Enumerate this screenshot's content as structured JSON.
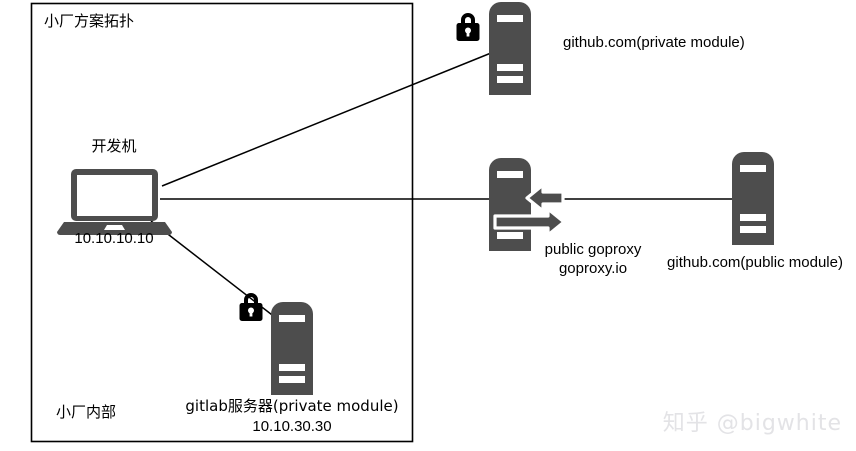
{
  "diagram": {
    "title": "小厂方案拓扑",
    "zone_label": "小厂内部",
    "watermark": "知乎 @bigwhite",
    "colors": {
      "server_fill": "#4d4d4d",
      "server_bar": "#ffffff",
      "lock_fill": "#000000",
      "line": "#000000",
      "boundary": "#000000",
      "watermark": "#e3e3e6",
      "background": "#ffffff"
    },
    "nodes": [
      {
        "id": "dev-machine",
        "icon": "laptop-icon",
        "label": "开发机",
        "sublabel": "10.10.10.10",
        "inside_boundary": true
      },
      {
        "id": "github-private",
        "icon": "server-icon",
        "badge": "lock-icon",
        "label": "github.com(private module)",
        "sublabel": "",
        "inside_boundary": false
      },
      {
        "id": "gitlab-server",
        "icon": "server-icon",
        "badge": "lock-icon",
        "label": "gitlab服务器(private module)",
        "sublabel": "10.10.30.30",
        "inside_boundary": true
      },
      {
        "id": "public-goproxy",
        "icon": "proxy-server-icon",
        "label": "public goproxy",
        "sublabel": "goproxy.io",
        "inside_boundary": false
      },
      {
        "id": "github-public",
        "icon": "server-icon",
        "label": "github.com(public module)",
        "sublabel": "",
        "inside_boundary": false
      }
    ],
    "edges": [
      {
        "from": "dev-machine",
        "to": "github-private",
        "style": "solid"
      },
      {
        "from": "dev-machine",
        "to": "public-goproxy",
        "style": "solid"
      },
      {
        "from": "dev-machine",
        "to": "gitlab-server",
        "style": "solid"
      },
      {
        "from": "public-goproxy",
        "to": "github-public",
        "style": "solid"
      }
    ]
  }
}
